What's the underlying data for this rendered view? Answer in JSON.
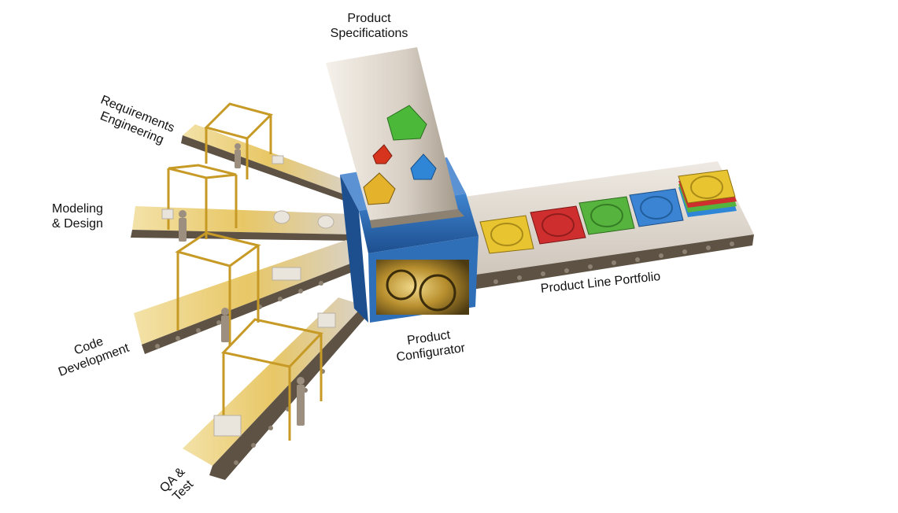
{
  "labels": {
    "product_specifications": "Product\nSpecifications",
    "requirements_engineering": "Requirements\nEngineering",
    "modeling_design": "Modeling\n& Design",
    "code_development": "Code\nDevelopment",
    "qa_test": "QA &\nTest",
    "product_configurator": "Product\nConfigurator",
    "product_line_portfolio": "Product Line Portfolio"
  },
  "colors": {
    "belt_gold": "#e8c766",
    "belt_gold_dark": "#b8901f",
    "belt_gray": "#d9d2c8",
    "belt_edge": "#5d5244",
    "frame_gold": "#c79a26",
    "box_blue": "#2f6fb8",
    "box_blue_dark": "#1d4f8f",
    "chute": "#cfc6bb",
    "gem_green": "#4cb83a",
    "gem_red": "#d6341d",
    "gem_blue": "#2f86d6",
    "gem_gold": "#e5b22c",
    "tile_yellow": "#e8c431",
    "tile_red": "#cf2e2e",
    "tile_green": "#56b33d",
    "tile_blue": "#3a84d3"
  },
  "portfolio_tiles": [
    "yellow",
    "red",
    "green",
    "blue",
    "stack"
  ],
  "icons": [
    "gear-icon",
    "gem-icon",
    "worker-icon",
    "frame-icon",
    "cd-tile-icon"
  ]
}
